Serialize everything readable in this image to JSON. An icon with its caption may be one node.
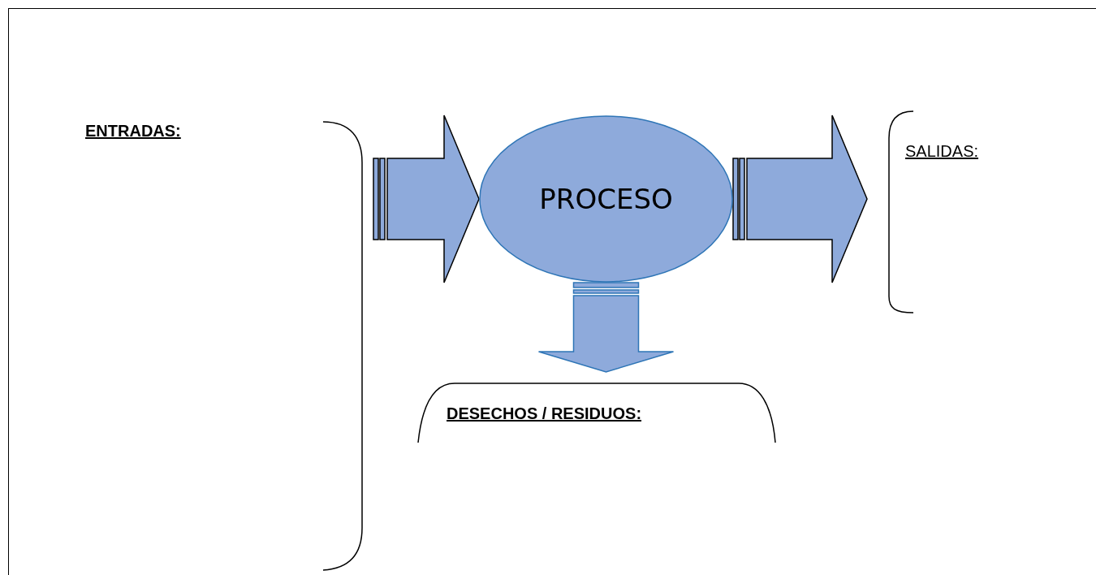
{
  "diagram": {
    "nodes": [
      {
        "text": [
          "ENTRADAS:"
        ]
      },
      {
        "text": [
          "PROCESO"
        ]
      },
      {
        "text": [
          "SALIDAS:"
        ]
      },
      {
        "text": [
          "DESECHOS / RESIDUOS:"
        ]
      }
    ],
    "edges": [
      {
        "from": 0,
        "to": 1,
        "arrow": "to"
      },
      {
        "from": 1,
        "to": 2,
        "arrow": "to"
      },
      {
        "from": 1,
        "to": 3,
        "arrow": "to",
        "color": "#2e75b6"
      }
    ]
  }
}
